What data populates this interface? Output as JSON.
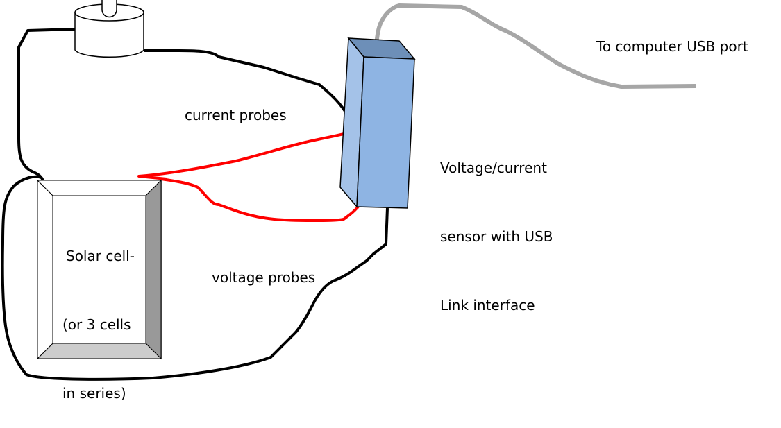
{
  "diagram": {
    "type": "experimental-setup-schematic",
    "labels": {
      "usb_port": "To computer USB port",
      "current_probes": "current probes",
      "sensor": [
        "Voltage/current",
        "sensor with USB",
        "Link interface"
      ],
      "solar_cell": [
        "Solar cell-",
        "(or 3 cells",
        "in series)"
      ],
      "voltage_probes": "voltage probes"
    },
    "colors": {
      "black_wire": "#000000",
      "red_wire": "#ff0000",
      "usb_cable": "#a6a6a6",
      "sensor_front": "#8eb4e3",
      "sensor_side": "#a4c2e8",
      "sensor_top": "#6d8fb8",
      "panel_right_bevel": "#999999",
      "panel_bottom_bevel": "#cccccc"
    }
  }
}
